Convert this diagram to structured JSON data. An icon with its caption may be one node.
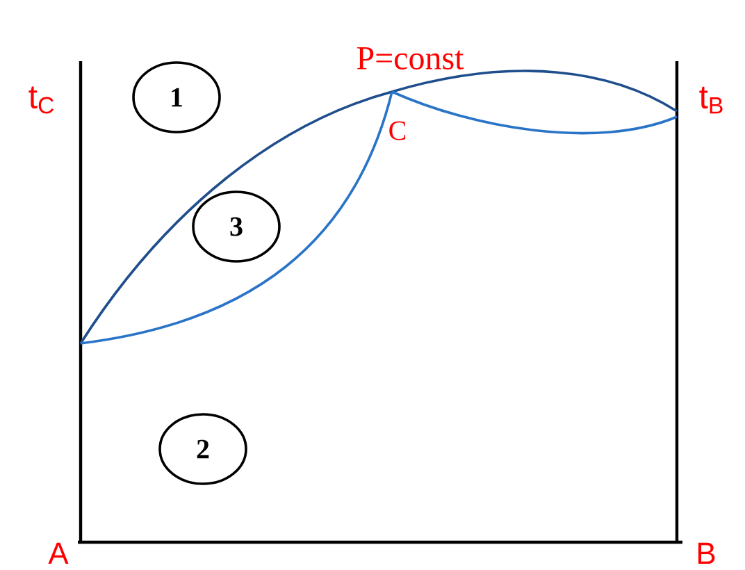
{
  "diagram": {
    "nodes": [
      {
        "text": [
          "1"
        ]
      },
      {
        "text": [
          "3"
        ]
      },
      {
        "text": [
          "2"
        ]
      }
    ],
    "labels": [
      "t$_{C}$",
      "P=const",
      "t$_{B}$",
      "C",
      "A",
      "B"
    ]
  }
}
